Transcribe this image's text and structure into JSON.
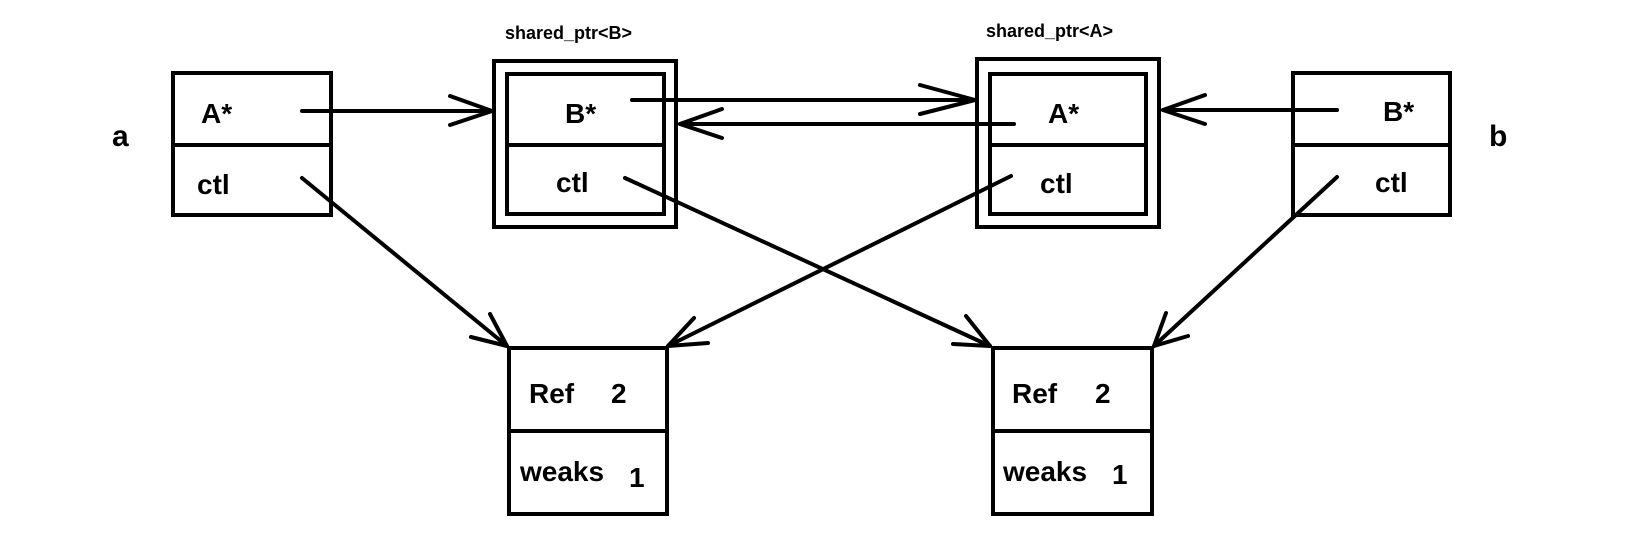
{
  "diagram": {
    "var_a": "a",
    "var_b": "b",
    "ptr_a": {
      "field1": "A*",
      "field2": "ctl"
    },
    "ptr_b": {
      "field1": "B*",
      "field2": "ctl"
    },
    "node_b": {
      "caption": "shared_ptr<B>",
      "field1": "B*",
      "field2": "ctl"
    },
    "node_a": {
      "caption": "shared_ptr<A>",
      "field1": "A*",
      "field2": "ctl"
    },
    "ctrl_left": {
      "ref_label": "Ref",
      "ref_value": "2",
      "weaks_label": "weaks",
      "weaks_value": "1"
    },
    "ctrl_right": {
      "ref_label": "Ref",
      "ref_value": "2",
      "weaks_label": "weaks",
      "weaks_value": "1"
    }
  }
}
